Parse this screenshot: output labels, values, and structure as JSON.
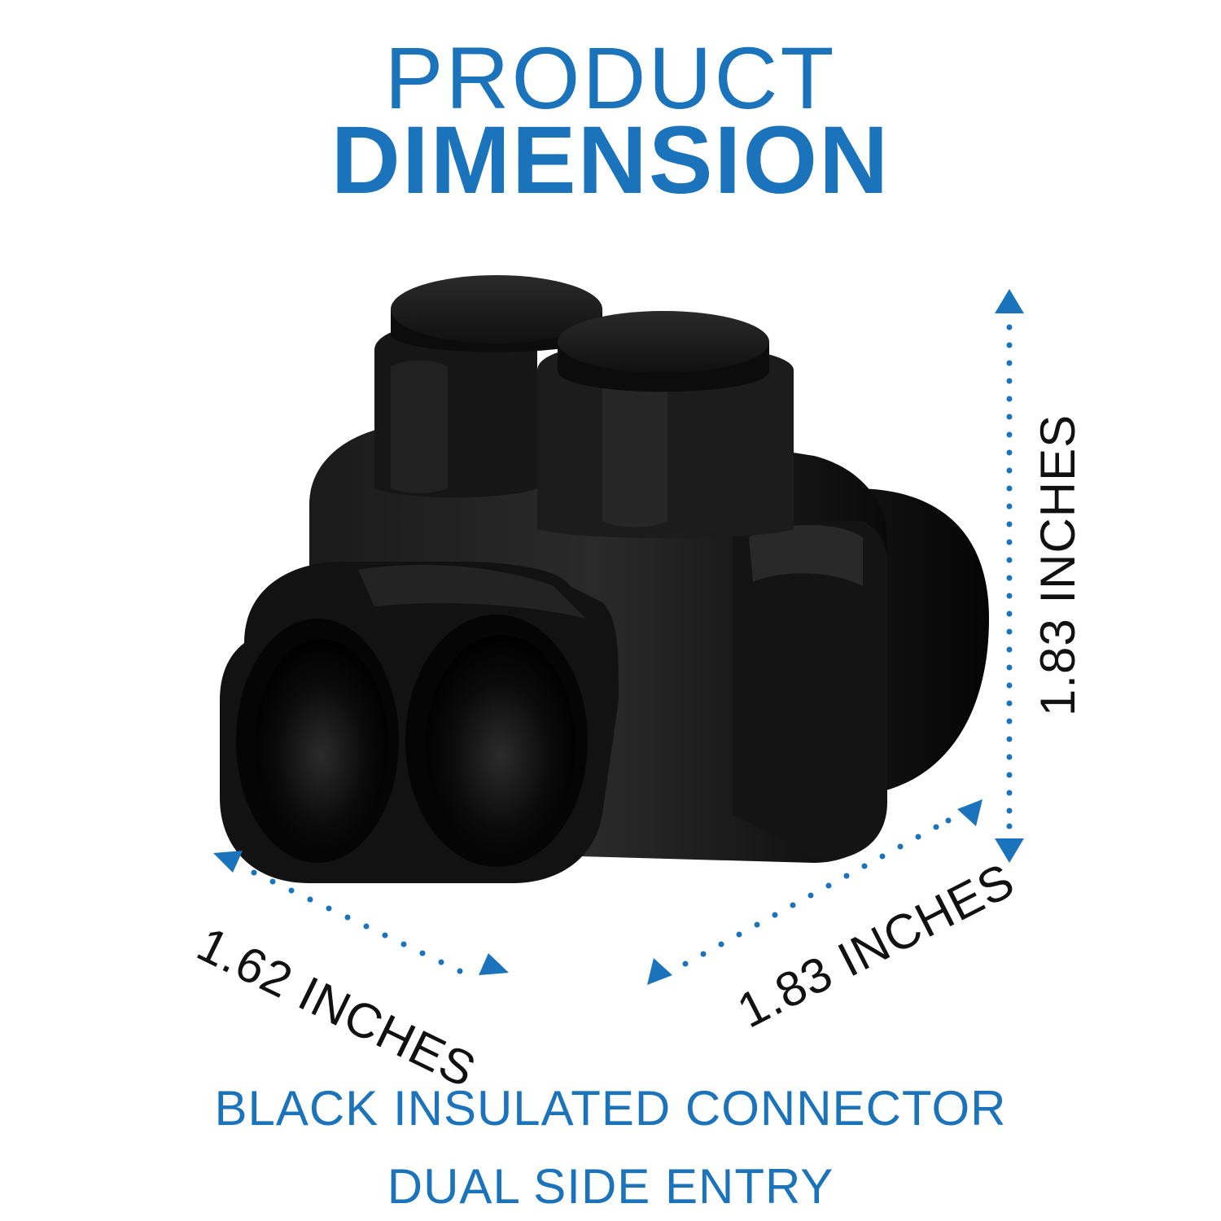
{
  "title": {
    "line1": "PRODUCT",
    "line2": "DIMENSION"
  },
  "dimensions": {
    "width_label": "1.62 INCHES",
    "depth_label": "1.83 INCHES",
    "height_label": "1.83 INCHES"
  },
  "caption": {
    "line1": "BLACK INSULATED CONNECTOR",
    "line2": "DUAL SIDE ENTRY"
  },
  "colors": {
    "accent": "#1a73bb",
    "product": "#0d0d0d",
    "text": "#111111"
  }
}
